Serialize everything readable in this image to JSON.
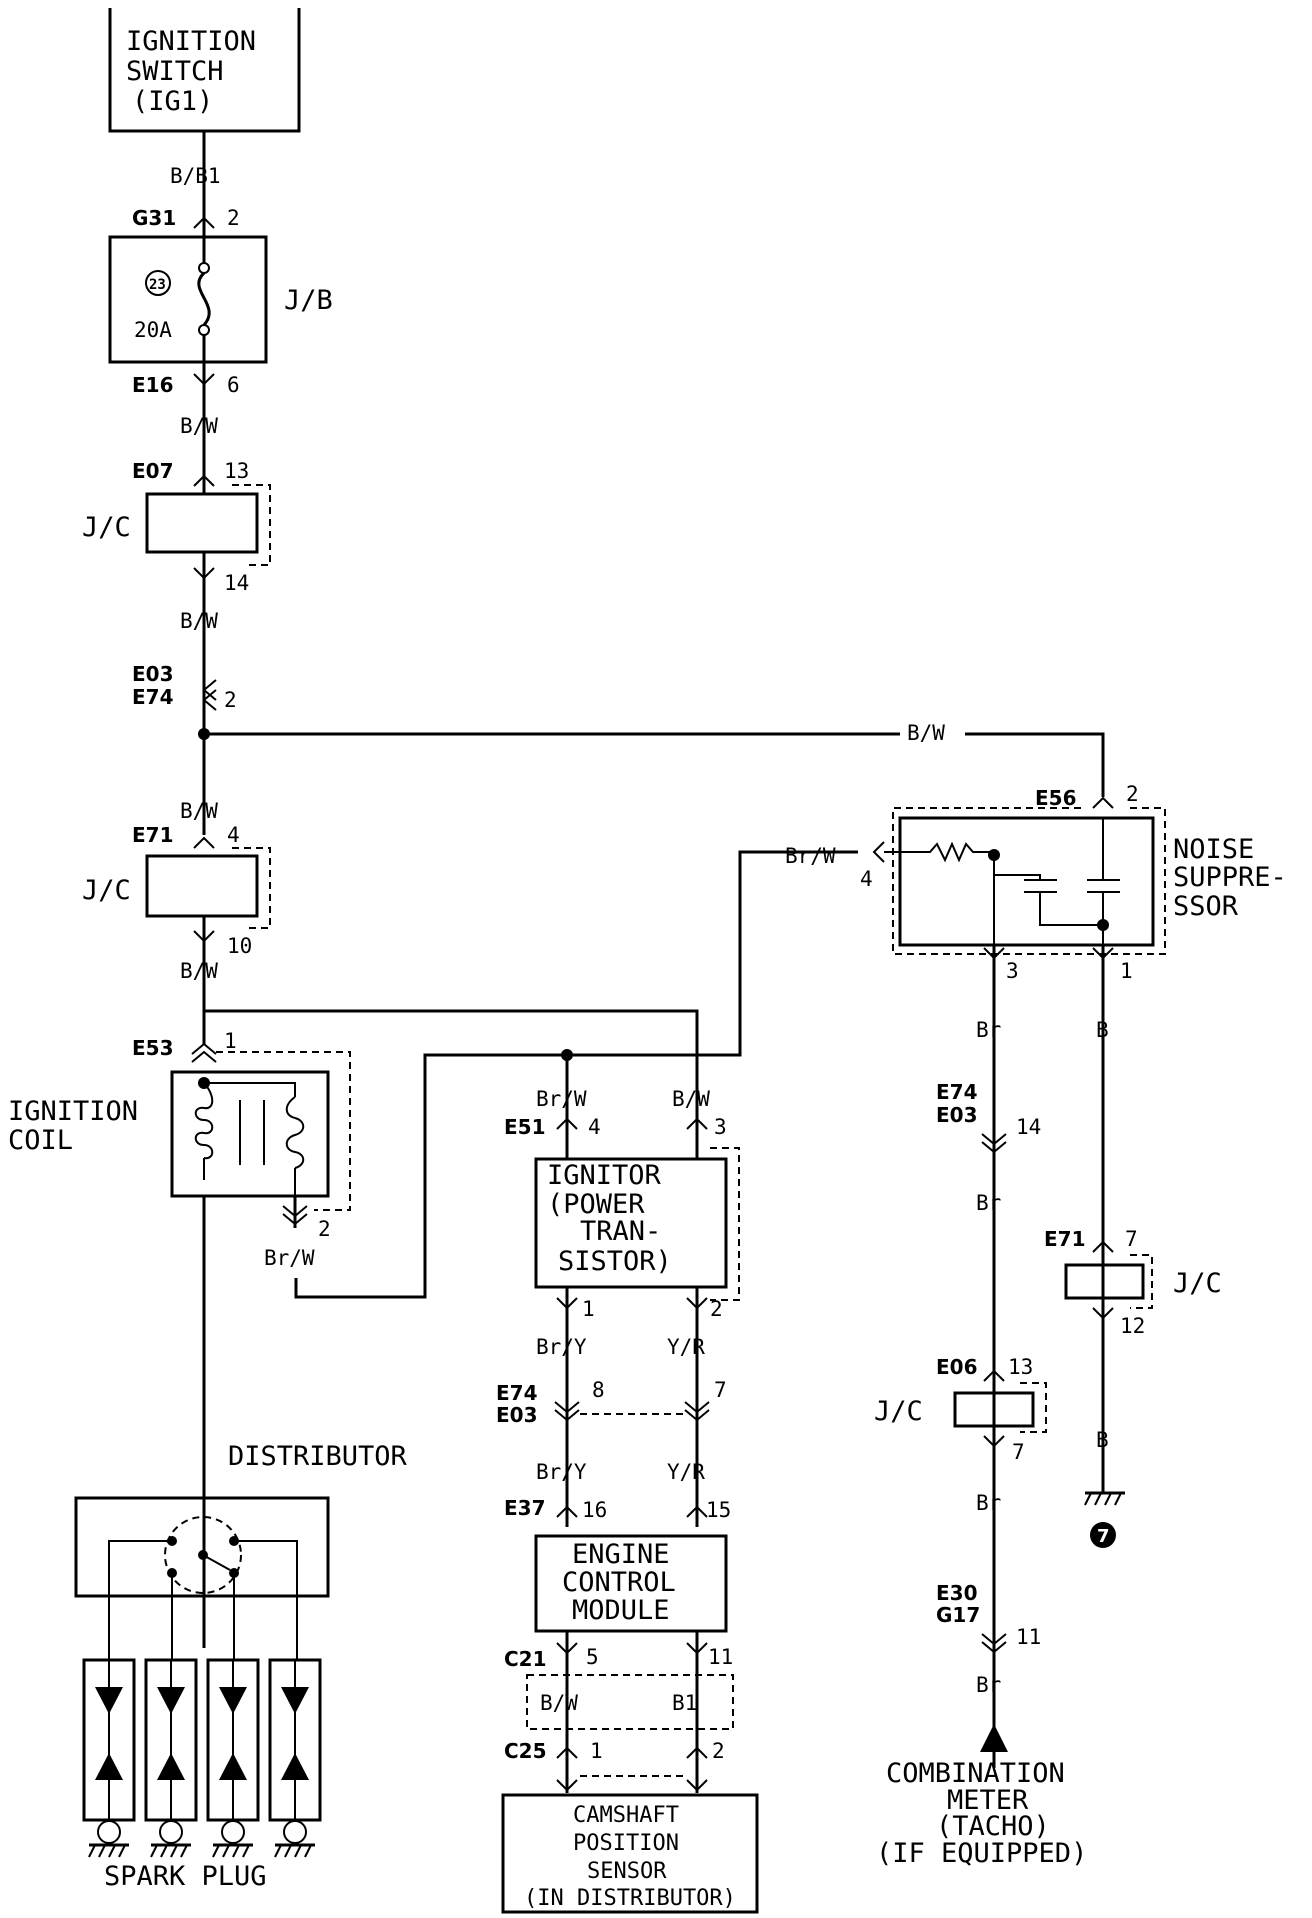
{
  "labels": {
    "ignition_switch": [
      "IGNITION",
      "SWITCH",
      "(IG1)"
    ],
    "jb": "J/B",
    "jc": "J/C",
    "fuse_no": "23",
    "fuse_amp": "20A",
    "ignition_coil": [
      "IGNITION",
      "COIL"
    ],
    "distributor": "DISTRIBUTOR",
    "spark_plug": "SPARK  PLUG",
    "noise_suppressor": [
      "NOISE",
      "SUPPRE-",
      "SSOR"
    ],
    "ignitor": [
      "IGNITOR",
      "(POWER",
      "TRAN-",
      "SISTOR)"
    ],
    "ecm": [
      "ENGINE",
      "CONTROL",
      "MODULE"
    ],
    "camshaft_sensor": [
      "CAMSHAFT",
      "POSITION",
      "SENSOR",
      "(IN DISTRIBUTOR)"
    ],
    "combination_meter": [
      "COMBINATION",
      "METER",
      "(TACHO)",
      "(IF EQUIPPED)"
    ],
    "ground_no": "7"
  },
  "wire_colors": {
    "bb1": "B/B1",
    "bw": "B/W",
    "brw": "Br/W",
    "bry": "Br/Y",
    "yr": "Y/R",
    "br": "Br",
    "b": "B",
    "b1": "B1"
  },
  "connectors": {
    "g31": "G31",
    "e16": "E16",
    "e07": "E07",
    "e03": "E03",
    "e74": "E74",
    "e71": "E71",
    "e53": "E53",
    "e51": "E51",
    "e56": "E56",
    "e37": "E37",
    "c21": "C21",
    "c25": "C25",
    "e06": "E06",
    "e30": "E30",
    "g17": "G17"
  },
  "pins": {
    "p1": "1",
    "p2": "2",
    "p3": "3",
    "p4": "4",
    "p5": "5",
    "p6": "6",
    "p7": "7",
    "p8": "8",
    "p10": "10",
    "p11": "11",
    "p12": "12",
    "p13": "13",
    "p14": "14",
    "p15": "15",
    "p16": "16"
  }
}
